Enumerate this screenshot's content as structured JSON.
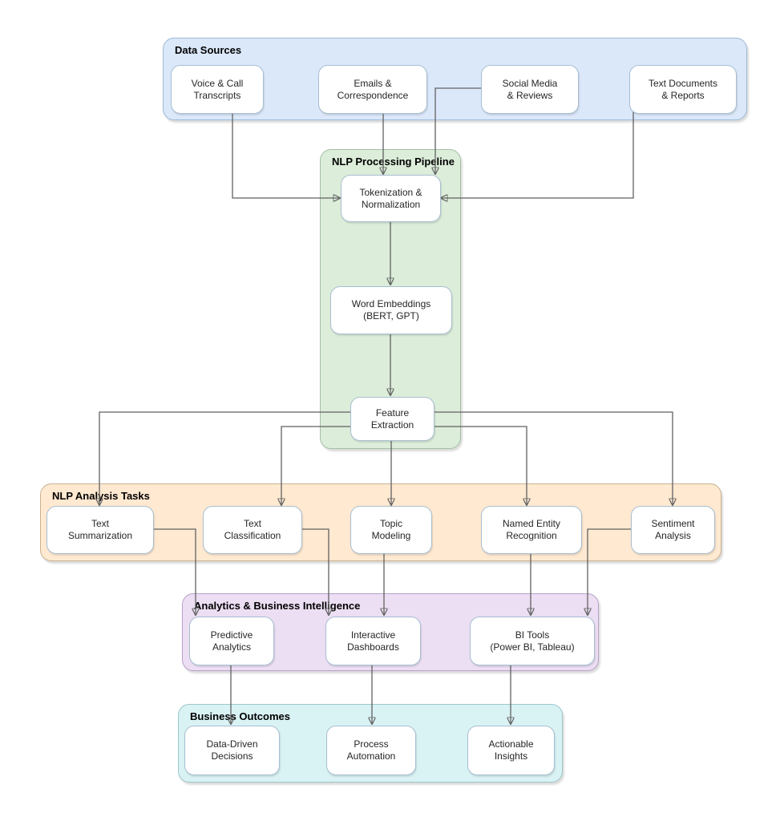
{
  "sections": {
    "data_sources": {
      "title": "Data Sources"
    },
    "nlp_pipeline": {
      "title": "NLP Processing Pipeline"
    },
    "analysis_tasks": {
      "title": "NLP Analysis Tasks"
    },
    "analytics_bi": {
      "title": "Analytics & Business Intelligence"
    },
    "business_outcomes": {
      "title": "Business Outcomes"
    }
  },
  "nodes": {
    "voice_call": {
      "label": "Voice & Call\nTranscripts"
    },
    "emails": {
      "label": "Emails &\nCorrespondence"
    },
    "social_media": {
      "label": "Social Media\n& Reviews"
    },
    "text_documents": {
      "label": "Text Documents\n& Reports"
    },
    "tokenization": {
      "label": "Tokenization &\nNormalization"
    },
    "word_embeddings": {
      "label": "Word Embeddings\n(BERT, GPT)"
    },
    "feature_extraction": {
      "label": "Feature\nExtraction"
    },
    "text_summarization": {
      "label": "Text\nSummarization"
    },
    "text_classification": {
      "label": "Text\nClassification"
    },
    "topic_modeling": {
      "label": "Topic\nModeling"
    },
    "named_entity_recognition": {
      "label": "Named Entity\nRecognition"
    },
    "sentiment_analysis": {
      "label": "Sentiment\nAnalysis"
    },
    "predictive_analytics": {
      "label": "Predictive\nAnalytics"
    },
    "interactive_dashboards": {
      "label": "Interactive\nDashboards"
    },
    "bi_tools": {
      "label": "BI Tools\n(Power BI, Tableau)"
    },
    "data_driven_decisions": {
      "label": "Data-Driven\nDecisions"
    },
    "process_automation": {
      "label": "Process\nAutomation"
    },
    "actionable_insights": {
      "label": "Actionable\nInsights"
    }
  },
  "edges": [
    {
      "from": "voice_call",
      "to": "tokenization"
    },
    {
      "from": "emails",
      "to": "tokenization"
    },
    {
      "from": "social_media",
      "to": "tokenization"
    },
    {
      "from": "text_documents",
      "to": "tokenization"
    },
    {
      "from": "tokenization",
      "to": "word_embeddings"
    },
    {
      "from": "word_embeddings",
      "to": "feature_extraction"
    },
    {
      "from": "feature_extraction",
      "to": "text_summarization"
    },
    {
      "from": "feature_extraction",
      "to": "text_classification"
    },
    {
      "from": "feature_extraction",
      "to": "topic_modeling"
    },
    {
      "from": "feature_extraction",
      "to": "named_entity_recognition"
    },
    {
      "from": "feature_extraction",
      "to": "sentiment_analysis"
    },
    {
      "from": "text_summarization",
      "to": "predictive_analytics"
    },
    {
      "from": "text_classification",
      "to": "interactive_dashboards"
    },
    {
      "from": "topic_modeling",
      "to": "interactive_dashboards"
    },
    {
      "from": "named_entity_recognition",
      "to": "bi_tools"
    },
    {
      "from": "sentiment_analysis",
      "to": "bi_tools"
    },
    {
      "from": "predictive_analytics",
      "to": "data_driven_decisions"
    },
    {
      "from": "interactive_dashboards",
      "to": "process_automation"
    },
    {
      "from": "bi_tools",
      "to": "actionable_insights"
    }
  ],
  "colors": {
    "data_sources_fill": "#dbe8fa",
    "data_sources_border": "#9cb9d8",
    "pipeline_fill": "#dcedda",
    "pipeline_border": "#a3bfa3",
    "tasks_fill": "#ffe9d1",
    "tasks_border": "#c9b190",
    "analytics_fill": "#ecdef3",
    "analytics_border": "#b9a2c9",
    "outcomes_fill": "#d9f2f4",
    "outcomes_border": "#9cc7cb",
    "node_fill": "#ffffff",
    "node_border": "#a7bed0",
    "connector": "#616161",
    "title_text": "#000000",
    "node_text": "#262626"
  }
}
